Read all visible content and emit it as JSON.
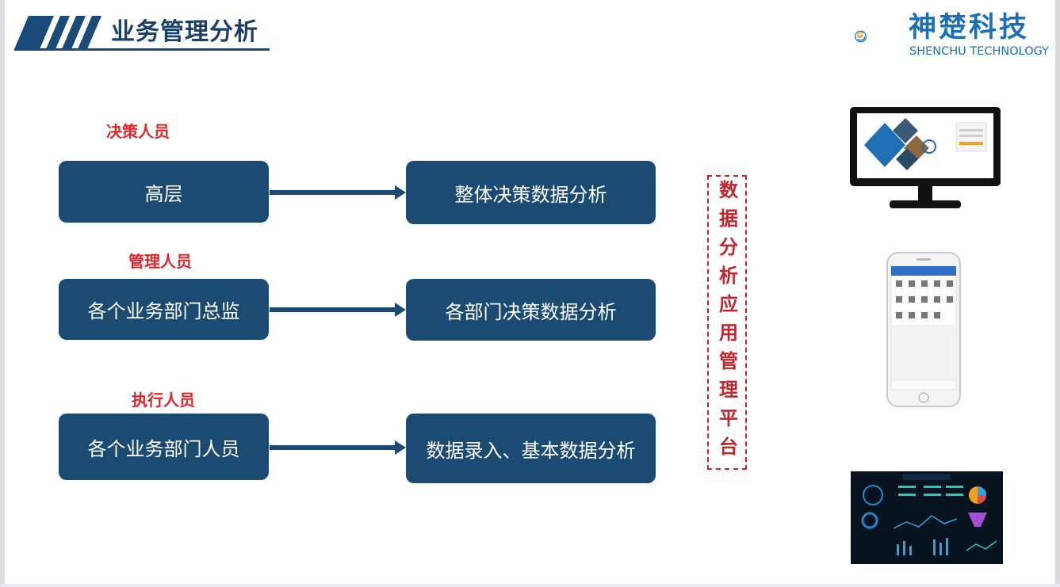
{
  "header": {
    "title": "业务管理分析"
  },
  "logo": {
    "name_cn": "神楚科技",
    "name_en": "SHENCHU TECHNOLOGY"
  },
  "rows": [
    {
      "role": "决策人员",
      "source": "高层",
      "target": "整体决策数据分析"
    },
    {
      "role": "管理人员",
      "source": "各个业务部门总监",
      "target": "各部门决策数据分析"
    },
    {
      "role": "执行人员",
      "source": "各个业务部门人员",
      "target": "数据录入、基本数据分析"
    }
  ],
  "platform": {
    "label": "数据分析应用管理平台"
  },
  "colors": {
    "box": "#1b4a73",
    "title": "#1a3f6b",
    "role": "#e0242a",
    "platform": "#c0262b",
    "logo": "#1a6fb6"
  }
}
